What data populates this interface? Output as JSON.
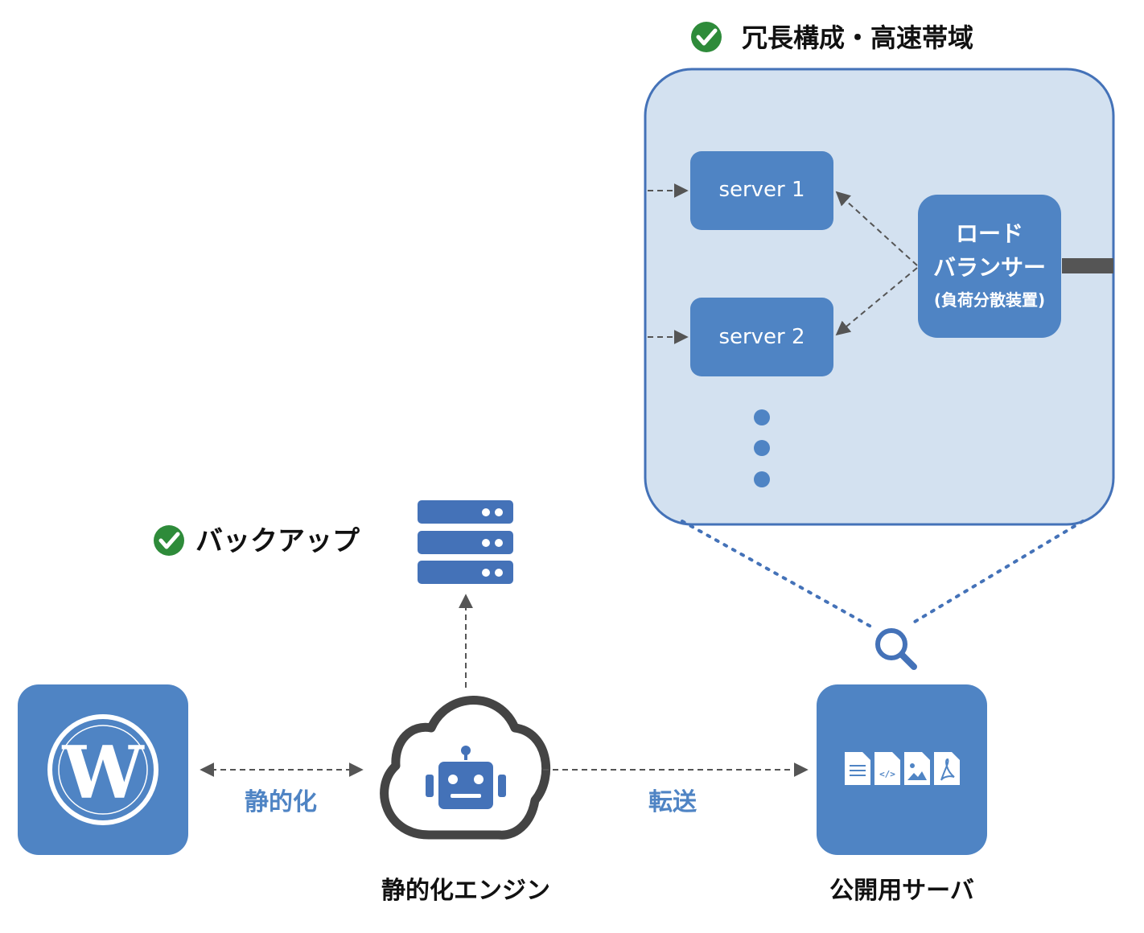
{
  "headings": {
    "redundancy": "冗長構成・高速帯域",
    "backup": "バックアップ"
  },
  "nodes": {
    "server1": "server 1",
    "server2": "server 2",
    "lb_line1": "ロード",
    "lb_line2": "バランサー",
    "lb_line3": "(負荷分散装置)",
    "engine": "静的化エンジン",
    "public_server": "公開用サーバ"
  },
  "edges": {
    "staticize": "静的化",
    "transfer": "転送"
  },
  "colors": {
    "accent_blue": "#4f84c4",
    "panel_fill": "#d3e1f0",
    "panel_border": "#4472b8",
    "check_green": "#2e8b3a",
    "cloud_gray": "#444444"
  },
  "icons": {
    "check": "check-circle-icon",
    "wordpress": "wordpress-logo-icon",
    "database": "server-stack-icon",
    "engine": "cloud-robot-icon",
    "search": "magnifier-icon",
    "files": [
      "text-file-icon",
      "code-file-icon",
      "image-file-icon",
      "pdf-file-icon"
    ]
  }
}
